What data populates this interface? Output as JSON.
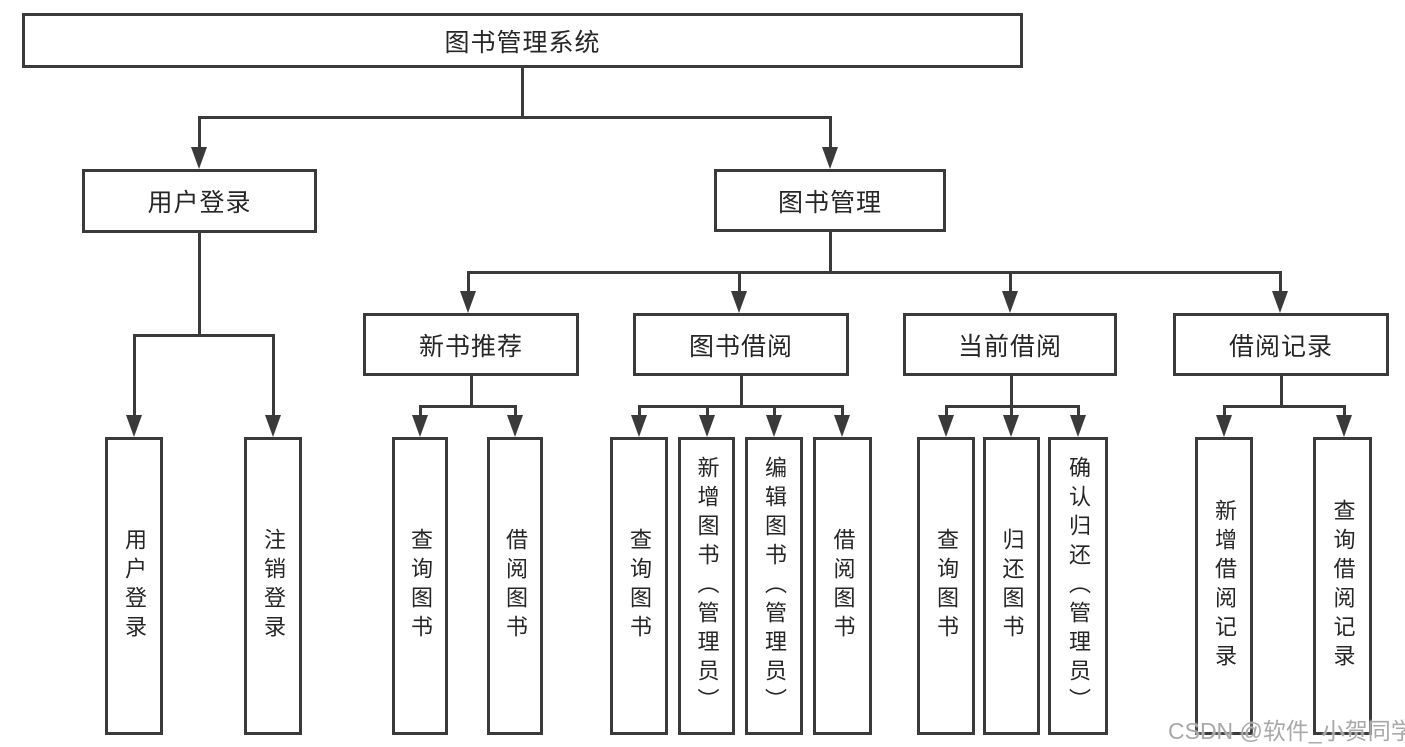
{
  "tree": {
    "root": {
      "label": "图书管理系统"
    },
    "level2": [
      {
        "label": "用户登录"
      },
      {
        "label": "图书管理"
      }
    ],
    "level3": [
      {
        "label": "新书推荐"
      },
      {
        "label": "图书借阅"
      },
      {
        "label": "当前借阅"
      },
      {
        "label": "借阅记录"
      }
    ],
    "leaves": [
      {
        "label": "用户登录"
      },
      {
        "label": "注销登录"
      },
      {
        "label": "查询图书"
      },
      {
        "label": "借阅图书"
      },
      {
        "label": "查询图书"
      },
      {
        "label": "新增图书（管理员）"
      },
      {
        "label": "编辑图书（管理员）"
      },
      {
        "label": "借阅图书"
      },
      {
        "label": "查询图书"
      },
      {
        "label": "归还图书"
      },
      {
        "label": "确认归还（管理员）"
      },
      {
        "label": "新增借阅记录"
      },
      {
        "label": "查询借阅记录"
      }
    ]
  },
  "watermark": {
    "text": "CSDN @软件_小贺同学"
  },
  "colors": {
    "line": "#3a3a3a",
    "text": "#262626",
    "watermark": "#a9a9a9",
    "background": "#ffffff"
  }
}
